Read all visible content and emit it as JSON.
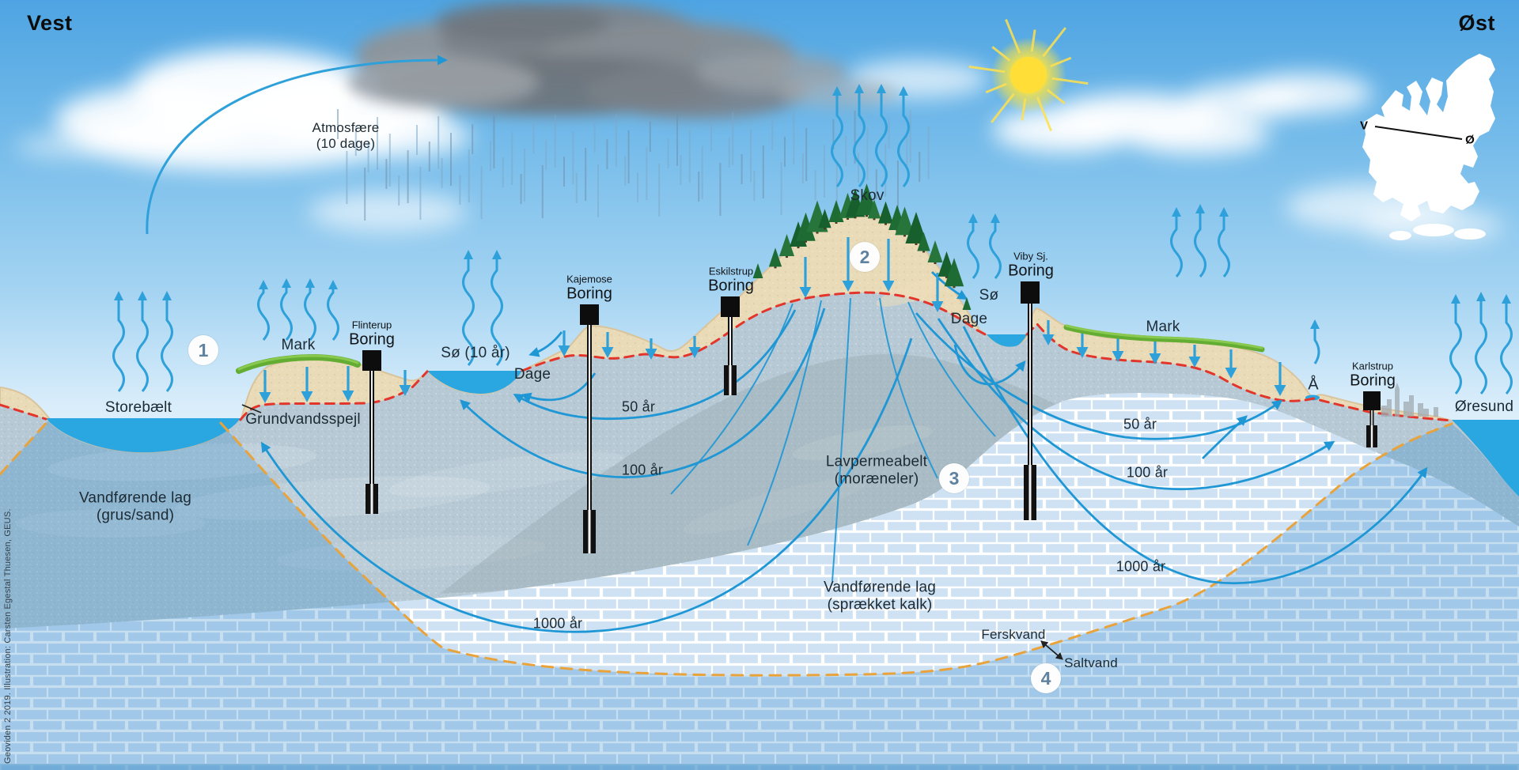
{
  "compass": {
    "west": "Vest",
    "east": "Øst"
  },
  "map": {
    "west_marker": "V",
    "east_marker": "Ø"
  },
  "labels": {
    "atmosfaere_line1": "Atmosfære",
    "atmosfaere_line2": "(10 dage)",
    "skov": "Skov",
    "so_right": "Sø",
    "dage_right": "Dage",
    "mark_right": "Mark",
    "mark_left": "Mark",
    "so_left": "Sø (10 år)",
    "dage_left": "Dage",
    "storebaelt": "Storebælt",
    "grundvandsspejl": "Grundvandsspejl",
    "aar50_left": "50 år",
    "aar100_left": "100 år",
    "aar1000_left": "1000 år",
    "aar50_right": "50 år",
    "aar100_right": "100 år",
    "aar1000_right": "1000 år",
    "lavpermeabelt_line1": "Lavpermeabelt",
    "lavpermeabelt_line2": "(moræneler)",
    "vandforende_sand_line1": "Vandførende lag",
    "vandforende_sand_line2": "(grus/sand)",
    "vandforende_kalk_line1": "Vandførende lag",
    "vandforende_kalk_line2": "(sprækket kalk)",
    "ferskvand": "Ferskvand",
    "saltvand": "Saltvand",
    "aa": "Å",
    "oresund": "Øresund"
  },
  "borings": [
    {
      "place": "Flinterup",
      "label": "Boring"
    },
    {
      "place": "Kajemose",
      "label": "Boring"
    },
    {
      "place": "Eskilstrup",
      "label": "Boring"
    },
    {
      "place": "Viby Sj.",
      "label": "Boring"
    },
    {
      "place": "Karlstrup",
      "label": "Boring"
    }
  ],
  "markers": {
    "n1": "1",
    "n2": "2",
    "n3": "3",
    "n4": "4"
  },
  "credit": {
    "text": "Geoviden 2 2019. Illustration: Carsten Egestal Thuesen, GEUS."
  },
  "colors": {
    "sky": "#58abe4",
    "sea": "#2aa6e0",
    "sand": "#eadbb8",
    "aquifer_sand": "#b6c9d5",
    "chalk": "#cfe2f4",
    "flow_arrow": "#2ea0da",
    "groundwater_table": "#e2352b",
    "salt_interface": "#e8a33c"
  }
}
